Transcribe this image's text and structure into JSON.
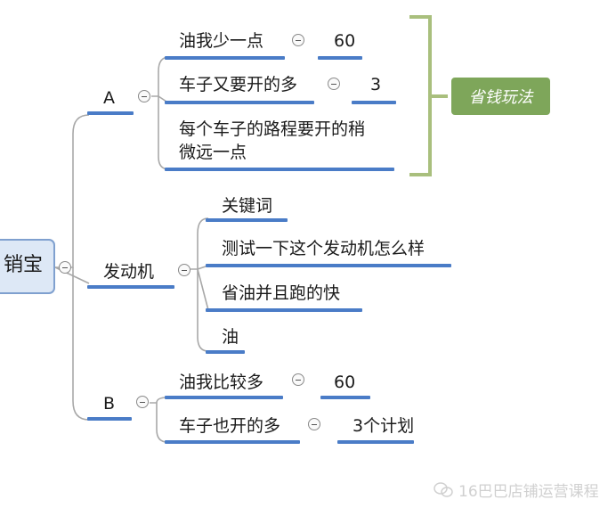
{
  "root": {
    "label": "销宝"
  },
  "branches": {
    "a": {
      "label": "A",
      "items": [
        {
          "label": "油我少一点",
          "value": "60"
        },
        {
          "label": "车子又要开的多",
          "value": "3"
        },
        {
          "label_line1": "每个车子的路程要开的稍",
          "label_line2": "微远一点"
        }
      ],
      "summary": "省钱玩法"
    },
    "engine": {
      "label": "发动机",
      "items": [
        "关键词",
        "测试一下这个发动机怎么样",
        "省油并且跑的快",
        "油"
      ]
    },
    "b": {
      "label": "B",
      "items": [
        {
          "label": "油我比较多",
          "value": "60"
        },
        {
          "label": "车子也开的多",
          "value": "3个计划"
        }
      ]
    }
  },
  "watermark": {
    "text": "16巴巴店铺运营课程",
    "icon": "wechat-icon"
  },
  "colors": {
    "underline": "#4a7cc7",
    "connector": "#a8a8a8",
    "bracket": "#a9bf7d",
    "summary_bg": "#7ea65a",
    "root_bg": "#dde8f6",
    "root_border": "#7fa0cf"
  }
}
